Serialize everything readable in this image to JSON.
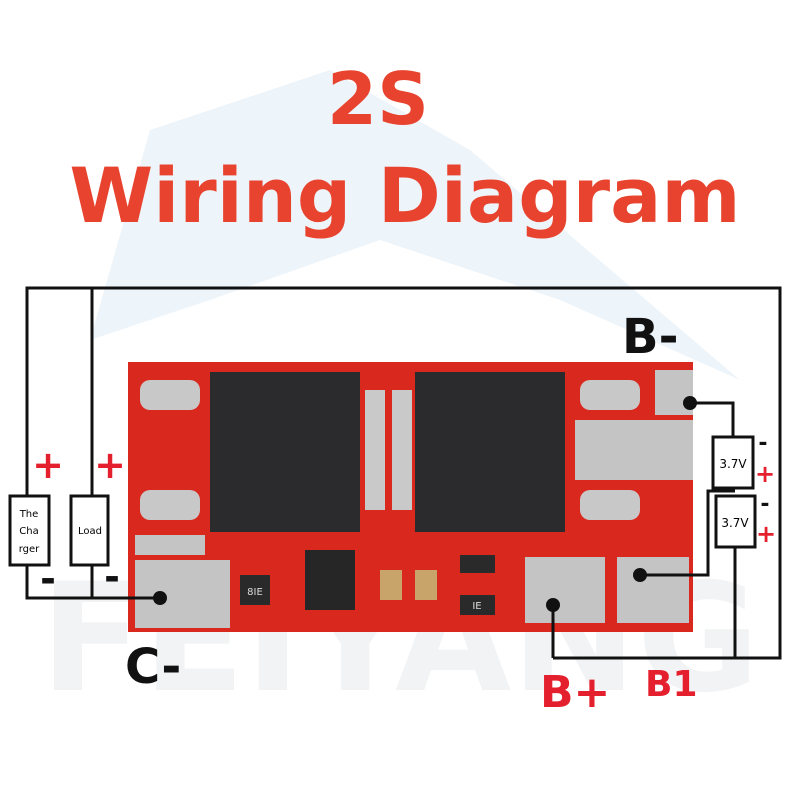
{
  "title": {
    "line1": "2S",
    "line2": "Wiring Diagram"
  },
  "watermark": "FEIYANG",
  "left_components": {
    "charger": {
      "label_lines": [
        "The",
        "Cha",
        "rger"
      ],
      "plus": "+",
      "minus": "-"
    },
    "load": {
      "label": "Load",
      "plus": "+",
      "minus": "-"
    }
  },
  "terminals": {
    "b_minus": "B-",
    "c_minus": "C-",
    "b_plus": "B+",
    "b1": "B1"
  },
  "batteries": [
    {
      "label": "3.7V",
      "minus": "-",
      "plus": "+"
    },
    {
      "label": "3.7V",
      "minus": "-",
      "plus": "+"
    }
  ],
  "board_markings": [
    "8IE",
    "IE"
  ],
  "colors": {
    "title": "#e8432e",
    "accent_red": "#e5202e",
    "pcb": "#d9281e",
    "wire": "#111111"
  }
}
